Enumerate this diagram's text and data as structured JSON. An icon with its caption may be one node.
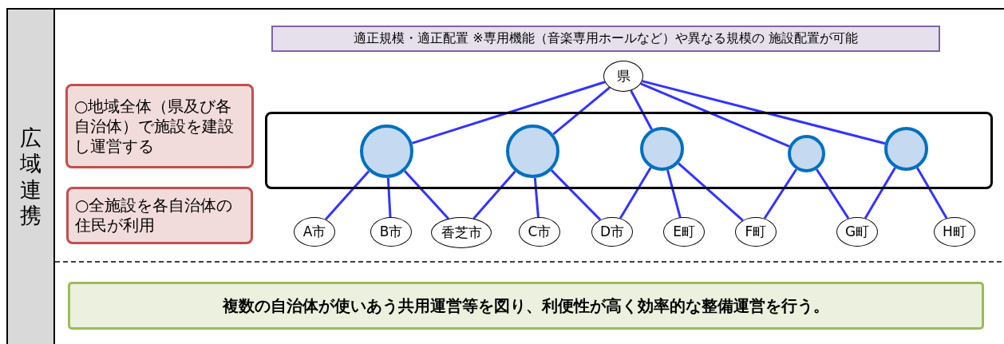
{
  "diagram": {
    "nodes": [
      {
        "text": [
          "広域連携"
        ]
      },
      {
        "text": [
          "適正規模・適正配置 ※専用機能（音楽専用ホールなど）や異なる規模の 施設配置が可能"
        ]
      },
      {
        "text": [
          "○地域全体（県及び各自治体）で施設を建設し運営する"
        ]
      },
      {
        "text": [
          "○全施設を各自治体の住民が利用"
        ]
      },
      {
        "text": [],
        "shape": "box"
      },
      {
        "text": [
          "県"
        ]
      },
      {
        "text": [],
        "shape": "circle",
        "in": 4
      },
      {
        "text": [],
        "shape": "circle",
        "in": 4
      },
      {
        "text": [],
        "shape": "circle",
        "in": 4
      },
      {
        "text": [],
        "shape": "circle",
        "in": 4
      },
      {
        "text": [],
        "shape": "circle",
        "in": 4
      },
      {
        "text": [
          "A市"
        ]
      },
      {
        "text": [
          "B市"
        ]
      },
      {
        "text": [
          "香芝市"
        ]
      },
      {
        "text": [
          "C市"
        ]
      },
      {
        "text": [
          "D市"
        ]
      },
      {
        "text": [
          "E町"
        ]
      },
      {
        "text": [
          "F町"
        ]
      },
      {
        "text": [
          "G町"
        ]
      },
      {
        "text": [
          "H町"
        ]
      },
      {
        "text": [
          "複数の自治体が使いあう共用運営等を図り、利便性が高く効率的な整備運営を行う。"
        ]
      }
    ],
    "edges": [
      {
        "from": 5,
        "to": 6,
        "arrow": "none"
      },
      {
        "from": 5,
        "to": 7,
        "arrow": "none"
      },
      {
        "from": 5,
        "to": 8,
        "arrow": "none"
      },
      {
        "from": 5,
        "to": 9,
        "arrow": "none"
      },
      {
        "from": 5,
        "to": 10,
        "arrow": "none"
      },
      {
        "from": 6,
        "to": 11,
        "arrow": "none"
      },
      {
        "from": 6,
        "to": 12,
        "arrow": "none"
      },
      {
        "from": 6,
        "to": 13,
        "arrow": "none"
      },
      {
        "from": 7,
        "to": 13,
        "arrow": "none"
      },
      {
        "from": 7,
        "to": 14,
        "arrow": "none"
      },
      {
        "from": 7,
        "to": 15,
        "arrow": "none"
      },
      {
        "from": 8,
        "to": 15,
        "arrow": "none"
      },
      {
        "from": 8,
        "to": 16,
        "arrow": "none"
      },
      {
        "from": 8,
        "to": 17,
        "arrow": "none"
      },
      {
        "from": 9,
        "to": 17,
        "arrow": "none"
      },
      {
        "from": 9,
        "to": 18,
        "arrow": "none"
      },
      {
        "from": 10,
        "to": 18,
        "arrow": "none"
      },
      {
        "from": 10,
        "to": 19,
        "arrow": "none"
      }
    ]
  }
}
